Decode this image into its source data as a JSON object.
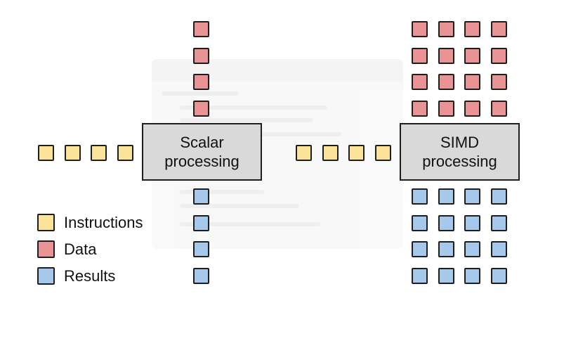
{
  "scalar": {
    "line1": "Scalar",
    "line2": "processing",
    "instructions": 4,
    "data_in": 4,
    "results_out": 4
  },
  "simd": {
    "line1": "SIMD",
    "line2": "processing",
    "instructions": 4,
    "data_rows": 4,
    "result_rows": 4,
    "lanes": 4
  },
  "legend": {
    "instructions": "Instructions",
    "data": "Data",
    "results": "Results"
  },
  "colors": {
    "instruction": "#fbe39a",
    "data": "#e99394",
    "result": "#a6c8ea",
    "box": "#d9d9d9",
    "border": "#1e1e1e"
  }
}
